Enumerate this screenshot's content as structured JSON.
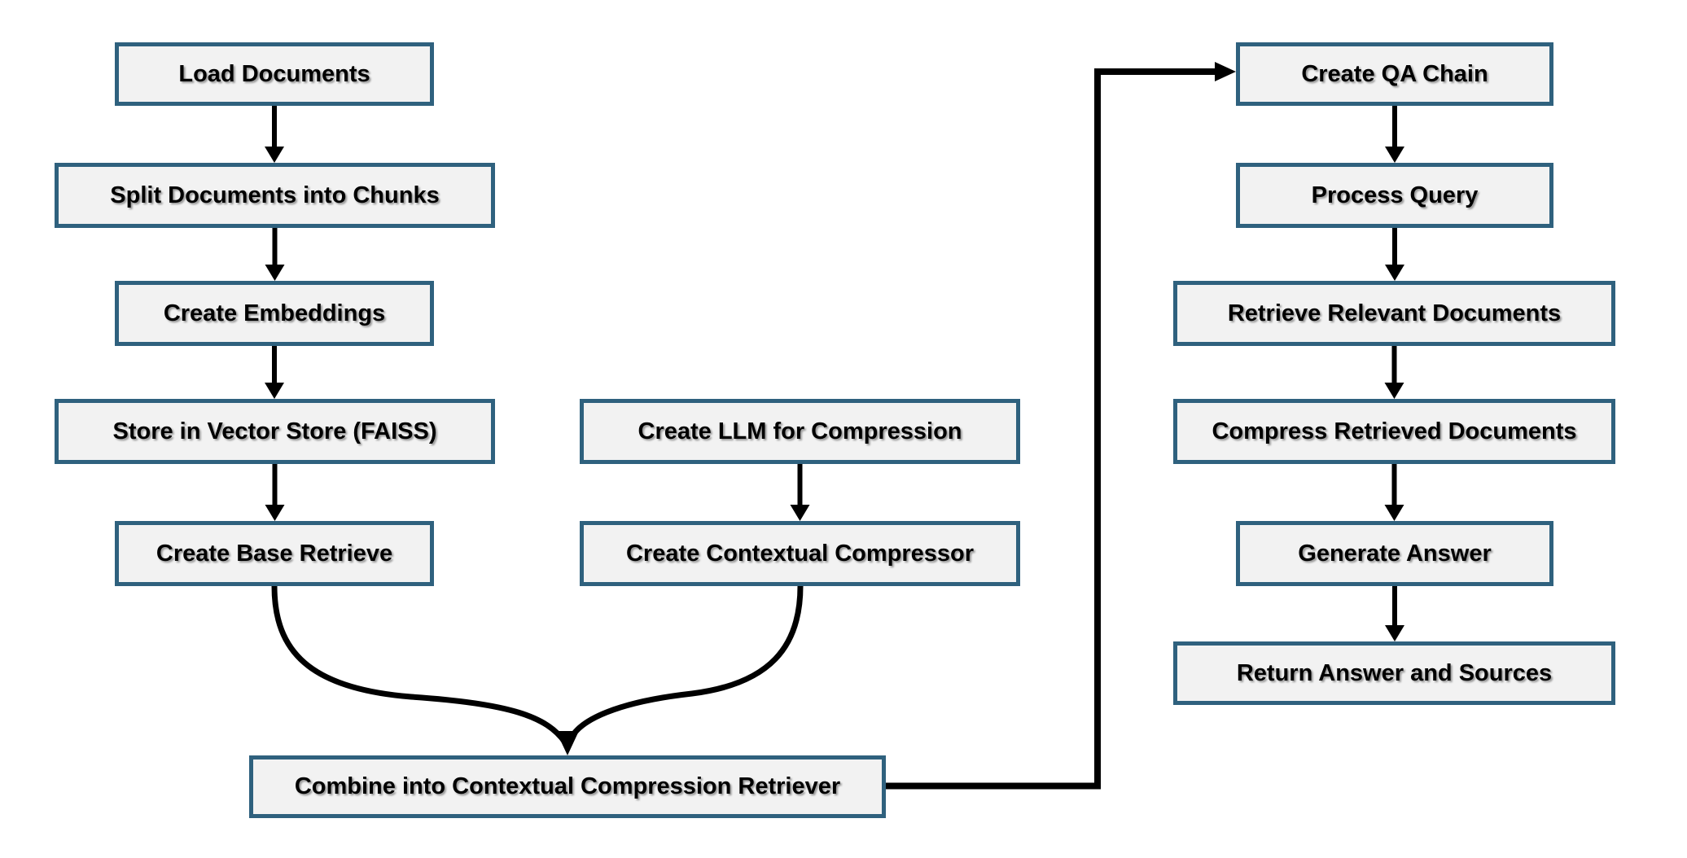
{
  "diagram": {
    "type": "flowchart",
    "colors": {
      "background": "#ffffff",
      "box_fill": "#f2f2f2",
      "box_border": "#2f617e",
      "arrow": "#000000",
      "text": "#000000"
    },
    "nodes": [
      {
        "id": "load_documents",
        "label": "Load Documents"
      },
      {
        "id": "split_documents",
        "label": "Split Documents into Chunks"
      },
      {
        "id": "create_embeddings",
        "label": "Create Embeddings"
      },
      {
        "id": "store_vector",
        "label": "Store in Vector Store (FAISS)"
      },
      {
        "id": "create_base_retrieve",
        "label": "Create Base Retrieve"
      },
      {
        "id": "create_llm",
        "label": "Create LLM for Compression"
      },
      {
        "id": "create_compressor",
        "label": "Create Contextual Compressor"
      },
      {
        "id": "combine",
        "label": "Combine into Contextual Compression Retriever"
      },
      {
        "id": "create_qa_chain",
        "label": "Create QA Chain"
      },
      {
        "id": "process_query",
        "label": "Process Query"
      },
      {
        "id": "retrieve_docs",
        "label": "Retrieve Relevant Documents"
      },
      {
        "id": "compress_docs",
        "label": "Compress Retrieved Documents"
      },
      {
        "id": "generate_answer",
        "label": "Generate Answer"
      },
      {
        "id": "return_answer",
        "label": "Return Answer and Sources"
      }
    ],
    "edges": [
      {
        "from": "load_documents",
        "to": "split_documents",
        "type": "straight"
      },
      {
        "from": "split_documents",
        "to": "create_embeddings",
        "type": "straight"
      },
      {
        "from": "create_embeddings",
        "to": "store_vector",
        "type": "straight"
      },
      {
        "from": "store_vector",
        "to": "create_base_retrieve",
        "type": "straight"
      },
      {
        "from": "create_llm",
        "to": "create_compressor",
        "type": "straight"
      },
      {
        "from": "create_base_retrieve",
        "to": "combine",
        "type": "merge-curve-left"
      },
      {
        "from": "create_compressor",
        "to": "combine",
        "type": "merge-curve-right"
      },
      {
        "from": "combine",
        "to": "create_qa_chain",
        "type": "elbow"
      },
      {
        "from": "create_qa_chain",
        "to": "process_query",
        "type": "straight"
      },
      {
        "from": "process_query",
        "to": "retrieve_docs",
        "type": "straight"
      },
      {
        "from": "retrieve_docs",
        "to": "compress_docs",
        "type": "straight"
      },
      {
        "from": "compress_docs",
        "to": "generate_answer",
        "type": "straight"
      },
      {
        "from": "generate_answer",
        "to": "return_answer",
        "type": "straight"
      }
    ]
  }
}
